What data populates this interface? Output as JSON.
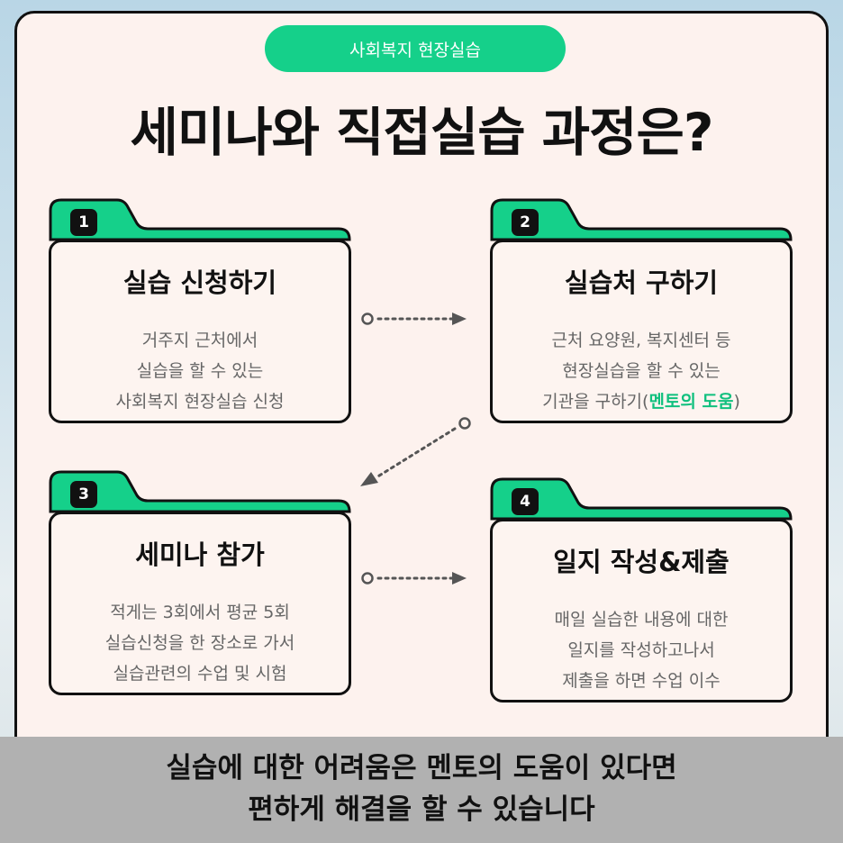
{
  "badge": "사회복지 현장실습",
  "title": "세미나와 직접실습 과정은?",
  "colors": {
    "accent": "#15d08a",
    "highlight": "#10c07e",
    "border": "#111111",
    "card_bg": "#fdf2ee",
    "banner_bg": "#b1b1b1"
  },
  "steps": [
    {
      "number": "1",
      "heading": "실습 신청하기",
      "lines": [
        "거주지 근처에서",
        "실습을 할 수 있는",
        "사회복지 현장실습 신청"
      ]
    },
    {
      "number": "2",
      "heading": "실습처 구하기",
      "lines": [
        "근처 요양원, 복지센터 등",
        "현장실습을 할 수 있는"
      ],
      "last_line_prefix": "기관을 구하기(",
      "last_line_highlight": "멘토의 도움",
      "last_line_suffix": ")"
    },
    {
      "number": "3",
      "heading": "세미나 참가",
      "lines": [
        "적게는 3회에서 평균 5회",
        "실습신청을 한 장소로 가서",
        "실습관련의 수업 및 시험"
      ]
    },
    {
      "number": "4",
      "heading": "일지 작성&제출",
      "lines": [
        "매일 실습한 내용에 대한",
        "일지를 작성하고나서",
        "제출을 하면 수업 이수"
      ]
    }
  ],
  "banner": {
    "line1": "실습에 대한 어려움은 멘토의 도움이 있다면",
    "line2": "편하게 해결을 할 수 있습니다"
  }
}
